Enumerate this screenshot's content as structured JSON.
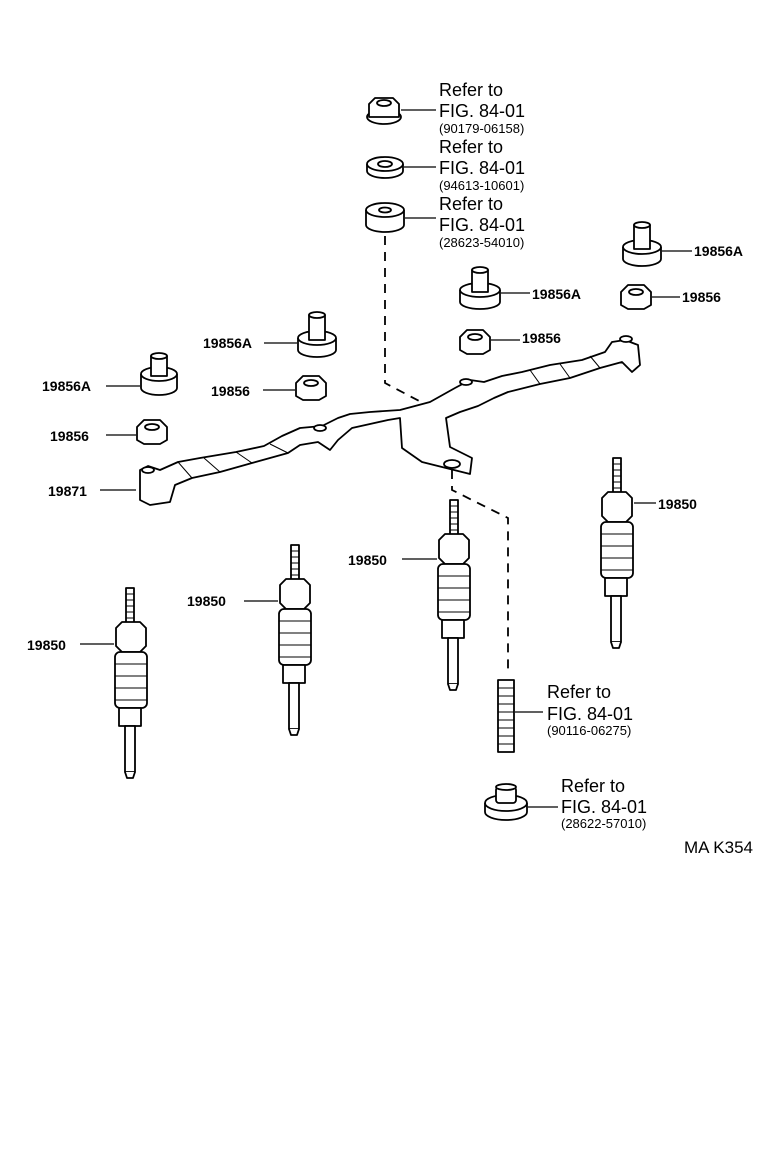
{
  "diagram": {
    "code": "MA K354",
    "callouts": {
      "p19850_a": "19850",
      "p19850_b": "19850",
      "p19850_c": "19850",
      "p19850_d": "19850",
      "p19871": "19871",
      "p19856_a": "19856",
      "p19856_b": "19856",
      "p19856_c": "19856",
      "p19856_d": "19856",
      "p19856A_a": "19856A",
      "p19856A_b": "19856A",
      "p19856A_c": "19856A",
      "p19856A_d": "19856A"
    },
    "references": [
      {
        "line1": "Refer to",
        "line2": "FIG. 84-01",
        "part": "(90179-06158)"
      },
      {
        "line1": "Refer to",
        "line2": "FIG. 84-01",
        "part": "(94613-10601)"
      },
      {
        "line1": "Refer to",
        "line2": "FIG. 84-01",
        "part": "(28623-54010)"
      },
      {
        "line1": "Refer to",
        "line2": "FIG. 84-01",
        "part": "(90116-06275)"
      },
      {
        "line1": "Refer to",
        "line2": "FIG. 84-01",
        "part": "(28622-57010)"
      }
    ]
  }
}
